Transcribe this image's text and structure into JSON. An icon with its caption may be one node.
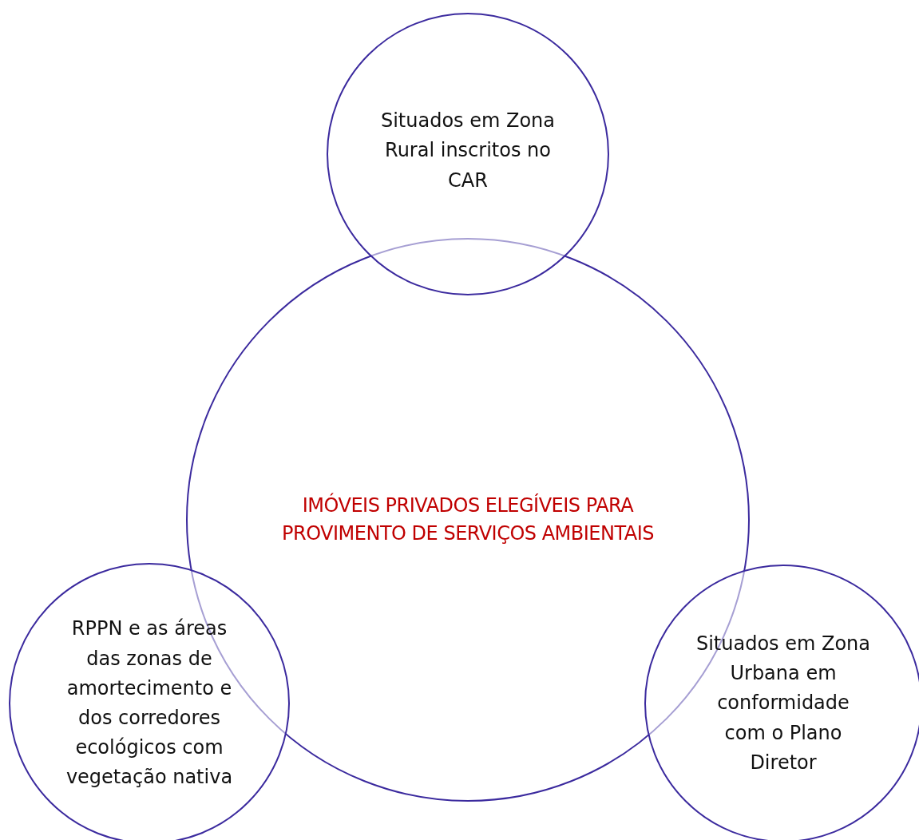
{
  "diagram": {
    "nodes": [
      {
        "text": [
          "Situados em Zona Rural inscritos no CAR"
        ]
      },
      {
        "text": [
          "IMÓVEIS PRIVADOS ELEGÍVEIS PARA PROVIMENTO DE SERVIÇOS AMBIENTAIS"
        ]
      },
      {
        "text": [
          "RPPN e as áreas das zonas de amortecimento e dos corredores ecológicos com vegetação nativa"
        ]
      },
      {
        "text": [
          "Situados em Zona Urbana em conformidade com o Plano Diretor"
        ]
      }
    ]
  }
}
